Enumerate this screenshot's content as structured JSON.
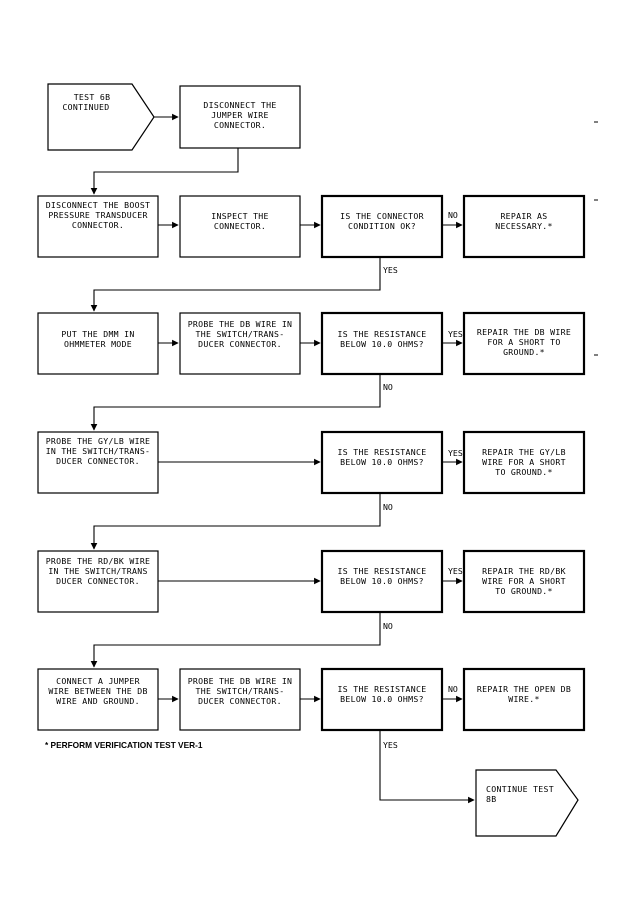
{
  "start": {
    "lines": [
      "TEST 6B",
      "CONTINUED"
    ]
  },
  "end": {
    "lines": [
      "CONTINUE TEST",
      "8B"
    ]
  },
  "boxes": {
    "disconnect_jumper": [
      "DISCONNECT THE",
      "JUMPER WIRE",
      "CONNECTOR."
    ],
    "disconnect_boost": [
      "DISCONNECT THE BOOST",
      "PRESSURE TRANSDUCER",
      "CONNECTOR."
    ],
    "inspect_connector": [
      "INSPECT THE",
      "CONNECTOR."
    ],
    "q_connector_ok": [
      "IS THE CONNECTOR",
      "CONDITION OK?"
    ],
    "repair_necessary": [
      "REPAIR AS",
      "NECESSARY.*"
    ],
    "put_dmm": [
      "PUT THE DMM IN",
      "OHMMETER MODE"
    ],
    "probe_db_1": [
      "PROBE THE DB WIRE IN",
      "THE SWITCH/TRANS-",
      "DUCER CONNECTOR."
    ],
    "q_res_1": [
      "IS THE RESISTANCE",
      "BELOW 10.0 OHMS?"
    ],
    "repair_db_short": [
      "REPAIR THE DB WIRE",
      "FOR A SHORT TO",
      "GROUND.*"
    ],
    "probe_gylb": [
      "PROBE THE GY/LB WIRE",
      "IN THE SWITCH/TRANS-",
      "DUCER CONNECTOR."
    ],
    "q_res_2": [
      "IS THE RESISTANCE",
      "BELOW 10.0 OHMS?"
    ],
    "repair_gylb": [
      "REPAIR THE GY/LB",
      "WIRE FOR A SHORT",
      "TO GROUND.*"
    ],
    "probe_rdbk": [
      "PROBE THE RD/BK WIRE",
      "IN THE SWITCH/TRANS",
      "DUCER CONNECTOR."
    ],
    "q_res_3": [
      "IS THE RESISTANCE",
      "BELOW 10.0 OHMS?"
    ],
    "repair_rdbk": [
      "REPAIR THE RD/BK",
      "WIRE FOR A SHORT",
      "TO GROUND.*"
    ],
    "connect_jumper": [
      "CONNECT A JUMPER",
      "WIRE BETWEEN THE DB",
      "WIRE AND GROUND."
    ],
    "probe_db_2": [
      "PROBE THE DB WIRE IN",
      "THE SWITCH/TRANS-",
      "DUCER CONNECTOR."
    ],
    "q_res_4": [
      "IS THE RESISTANCE",
      "BELOW 10.0 OHMS?"
    ],
    "repair_open_db": [
      "REPAIR THE OPEN DB",
      "WIRE.*"
    ]
  },
  "labels": {
    "no_1": "NO",
    "yes_1": "YES",
    "yes_2": "YES",
    "no_2": "NO",
    "yes_3": "YES",
    "no_3": "NO",
    "yes_4": "YES",
    "no_4": "NO",
    "no_5": "NO",
    "yes_5": "YES"
  },
  "footnote": "* PERFORM VERIFICATION TEST VER-1"
}
